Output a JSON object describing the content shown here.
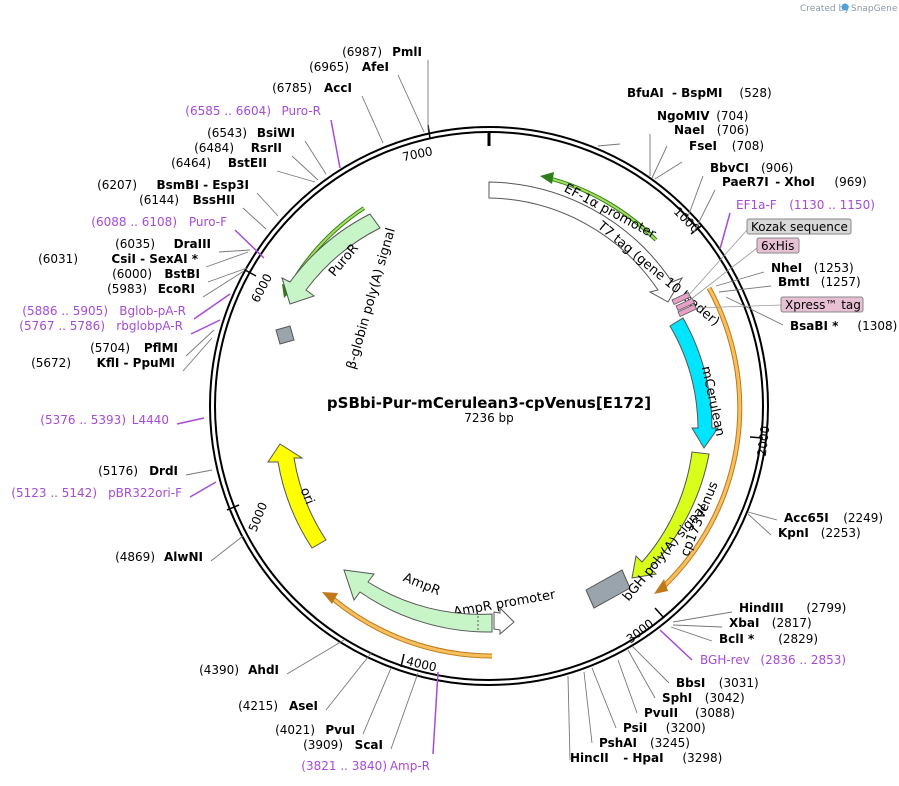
{
  "credit": {
    "created_by": "Created by",
    "brand": "SnapGene"
  },
  "plasmid": {
    "name": "pSBbi-Pur-mCerulean3-cpVenus[E172]",
    "length": "7236 bp"
  },
  "ticks": [
    "1000",
    "2000",
    "3000",
    "4000",
    "5000",
    "6000",
    "7000"
  ],
  "features": {
    "ef1a_promoter": "EF-1α promoter",
    "t7_tag": "T7 tag (gene 10 leader)",
    "mcerulean": "mCerulean",
    "cpvenus": "cp173Venus",
    "bgh_polya": "bGH poly(A) signal",
    "ampr_promoter": "AmpR promoter",
    "ampr": "AmpR",
    "ori": "ori",
    "bglobin": "β-globin poly(A) signal",
    "puror": "PuroR"
  },
  "boxed_labels": {
    "kozak": "Kozak sequence",
    "his": "6xHis",
    "xpress": "Xpress™ tag"
  },
  "right_labels": [
    {
      "name": "BfuAI",
      "name2": "BspMI",
      "pos": "(528)"
    },
    {
      "name": "NgoMIV",
      "pos": "(704)"
    },
    {
      "name": "NaeI",
      "pos": "(706)"
    },
    {
      "name": "FseI",
      "pos": "(708)"
    },
    {
      "name": "BbvCI",
      "pos": "(906)"
    },
    {
      "name": "PaeR7I",
      "name2": "XhoI",
      "pos": "(969)"
    },
    {
      "name": "EF1a-F",
      "pos": "(1130 .. 1150)",
      "primer": true
    },
    {
      "name": "NheI",
      "pos": "(1253)"
    },
    {
      "name": "BmtI",
      "pos": "(1257)"
    },
    {
      "name": "BsaBI *",
      "pos": "(1308)"
    },
    {
      "name": "Acc65I",
      "pos": "(2249)"
    },
    {
      "name": "KpnI",
      "pos": "(2253)"
    },
    {
      "name": "HindIII",
      "pos": "(2799)"
    },
    {
      "name": "XbaI",
      "pos": "(2817)"
    },
    {
      "name": "BclI *",
      "pos": "(2829)"
    },
    {
      "name": "BGH-rev",
      "pos": "(2836 .. 2853)",
      "primer": true
    },
    {
      "name": "BbsI",
      "pos": "(3031)"
    },
    {
      "name": "SphI",
      "pos": "(3042)"
    },
    {
      "name": "PvuII",
      "pos": "(3088)"
    },
    {
      "name": "PsiI",
      "pos": "(3200)"
    },
    {
      "name": "PshAI",
      "pos": "(3245)"
    },
    {
      "name": "HincII",
      "name2": "HpaI",
      "pos": "(3298)"
    }
  ],
  "left_labels": [
    {
      "name": "PmlI",
      "pos": "(6987)"
    },
    {
      "name": "AfeI",
      "pos": "(6965)"
    },
    {
      "name": "AccI",
      "pos": "(6785)"
    },
    {
      "name": "Puro-R",
      "pos": "(6585 .. 6604)",
      "primer": true
    },
    {
      "name": "BsiWI",
      "pos": "(6543)"
    },
    {
      "name": "RsrII",
      "pos": "(6484)"
    },
    {
      "name": "BstEII",
      "pos": "(6464)"
    },
    {
      "name": "BsmBI",
      "name2": "Esp3I",
      "pos": "(6207)"
    },
    {
      "name": "BssHII",
      "pos": "(6144)"
    },
    {
      "name": "Puro-F",
      "pos": "(6088 .. 6108)",
      "primer": true
    },
    {
      "name": "DraIII",
      "pos": "(6035)"
    },
    {
      "name": "CsiI",
      "name2": "SexAI *",
      "pos": "(6031)"
    },
    {
      "name": "BstBI",
      "pos": "(6000)"
    },
    {
      "name": "EcoRI",
      "pos": "(5983)"
    },
    {
      "name": "Bglob-pA-R",
      "pos": "(5886 .. 5905)",
      "primer": true
    },
    {
      "name": "rbglobpA-R",
      "pos": "(5767 .. 5786)",
      "primer": true
    },
    {
      "name": "PflMI",
      "pos": "(5704)"
    },
    {
      "name": "KflI",
      "name2": "PpuMI",
      "pos": "(5672)"
    },
    {
      "name": "L4440",
      "pos": "(5376 .. 5393)",
      "primer": true
    },
    {
      "name": "DrdI",
      "pos": "(5176)"
    },
    {
      "name": "pBR322ori-F",
      "pos": "(5123 .. 5142)",
      "primer": true
    },
    {
      "name": "AlwNI",
      "pos": "(4869)"
    },
    {
      "name": "AhdI",
      "pos": "(4390)"
    },
    {
      "name": "AseI",
      "pos": "(4215)"
    },
    {
      "name": "PvuI",
      "pos": "(4021)"
    },
    {
      "name": "ScaI",
      "pos": "(3909)"
    },
    {
      "name": "Amp-R",
      "pos": "(3821 .. 3840)",
      "primer": true
    }
  ],
  "colors": {
    "primer": "#a64bd6",
    "mcerulean": "#00e5ff",
    "cpvenus": "#d8ff1a",
    "ori": "#ffff00",
    "ampr": "#c8f5c8",
    "puror": "#c8f5c8",
    "promoter": "#ffffff",
    "orf_arc": "#f0a030",
    "green_arc": "#2e7d1a",
    "polya": "#9aa4ac",
    "kozak_box": "#d8d8d8",
    "tag_box": "#e8c0d4"
  }
}
